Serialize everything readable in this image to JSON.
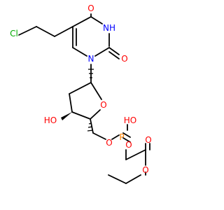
{
  "colors": {
    "carbon_bond": "#000000",
    "oxygen": "#ff0000",
    "nitrogen": "#0000ff",
    "chlorine": "#00aa00",
    "phosphorus": "#ff8000",
    "background": "#ffffff"
  },
  "atom_labels": {
    "cl": "Cl",
    "o_ring_top": "O",
    "nh": "NH",
    "o_ring_mid": "O",
    "n_ring": "N",
    "o_sugar": "O",
    "ho_sugar": "HO",
    "o_ester_link": "O",
    "ho_phosphorus": "HO",
    "p_atom": "P",
    "o_phosphoryl": "O",
    "o_carbonyl": "O",
    "o_ethoxy": "O"
  }
}
